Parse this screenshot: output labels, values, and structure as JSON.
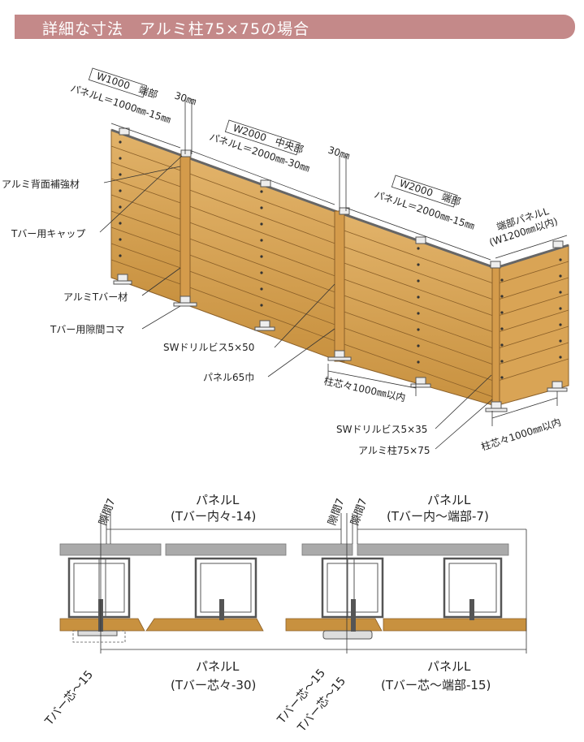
{
  "header": {
    "title": "詳細な寸法　アルミ柱75×75の場合"
  },
  "upper": {
    "w1000_title": "W1000　端部",
    "w1000_panel": "パネルL＝1000㎜-15㎜",
    "gap30_a": "30㎜",
    "w2000c_title": "W2000　中央部",
    "w2000c_panel": "パネルL＝2000㎜-30㎜",
    "gap30_b": "30㎜",
    "w2000e_title": "W2000　端部",
    "w2000e_panel": "パネルL＝2000㎜-15㎜",
    "end_panel_1": "端部パネルL",
    "end_panel_2": "(W1200㎜以内)",
    "label_reinforce": "アルミ背面補強材",
    "label_cap": "Tバー用キャップ",
    "label_tbar": "アルミTバー材",
    "label_spacer": "Tバー用隙間コマ",
    "label_screw50": "SWドリルビス5×50",
    "label_panel65": "パネル65巾",
    "label_pitch1": "柱芯々1000㎜以内",
    "label_screw35": "SWドリルビス5×35",
    "label_post": "アルミ柱75×75",
    "label_pitch2": "柱芯々1000㎜以内"
  },
  "lower": {
    "gap7_a": "隙間7",
    "top_mid_1": "パネルL",
    "top_mid_2": "(Tバー内々-14)",
    "gap7_b": "隙間7",
    "gap7_c": "隙間7",
    "top_right_1": "パネルL",
    "top_right_2": "(Tバー内～端部-7)",
    "bot_mid_1": "パネルL",
    "bot_mid_2": "(Tバー芯々-30)",
    "bot_right_1": "パネルL",
    "bot_right_2": "(Tバー芯～端部-15)",
    "tc_a": "Tバー芯～15",
    "tc_b": "Tバー芯～15",
    "tc_c": "Tバー芯～15"
  }
}
